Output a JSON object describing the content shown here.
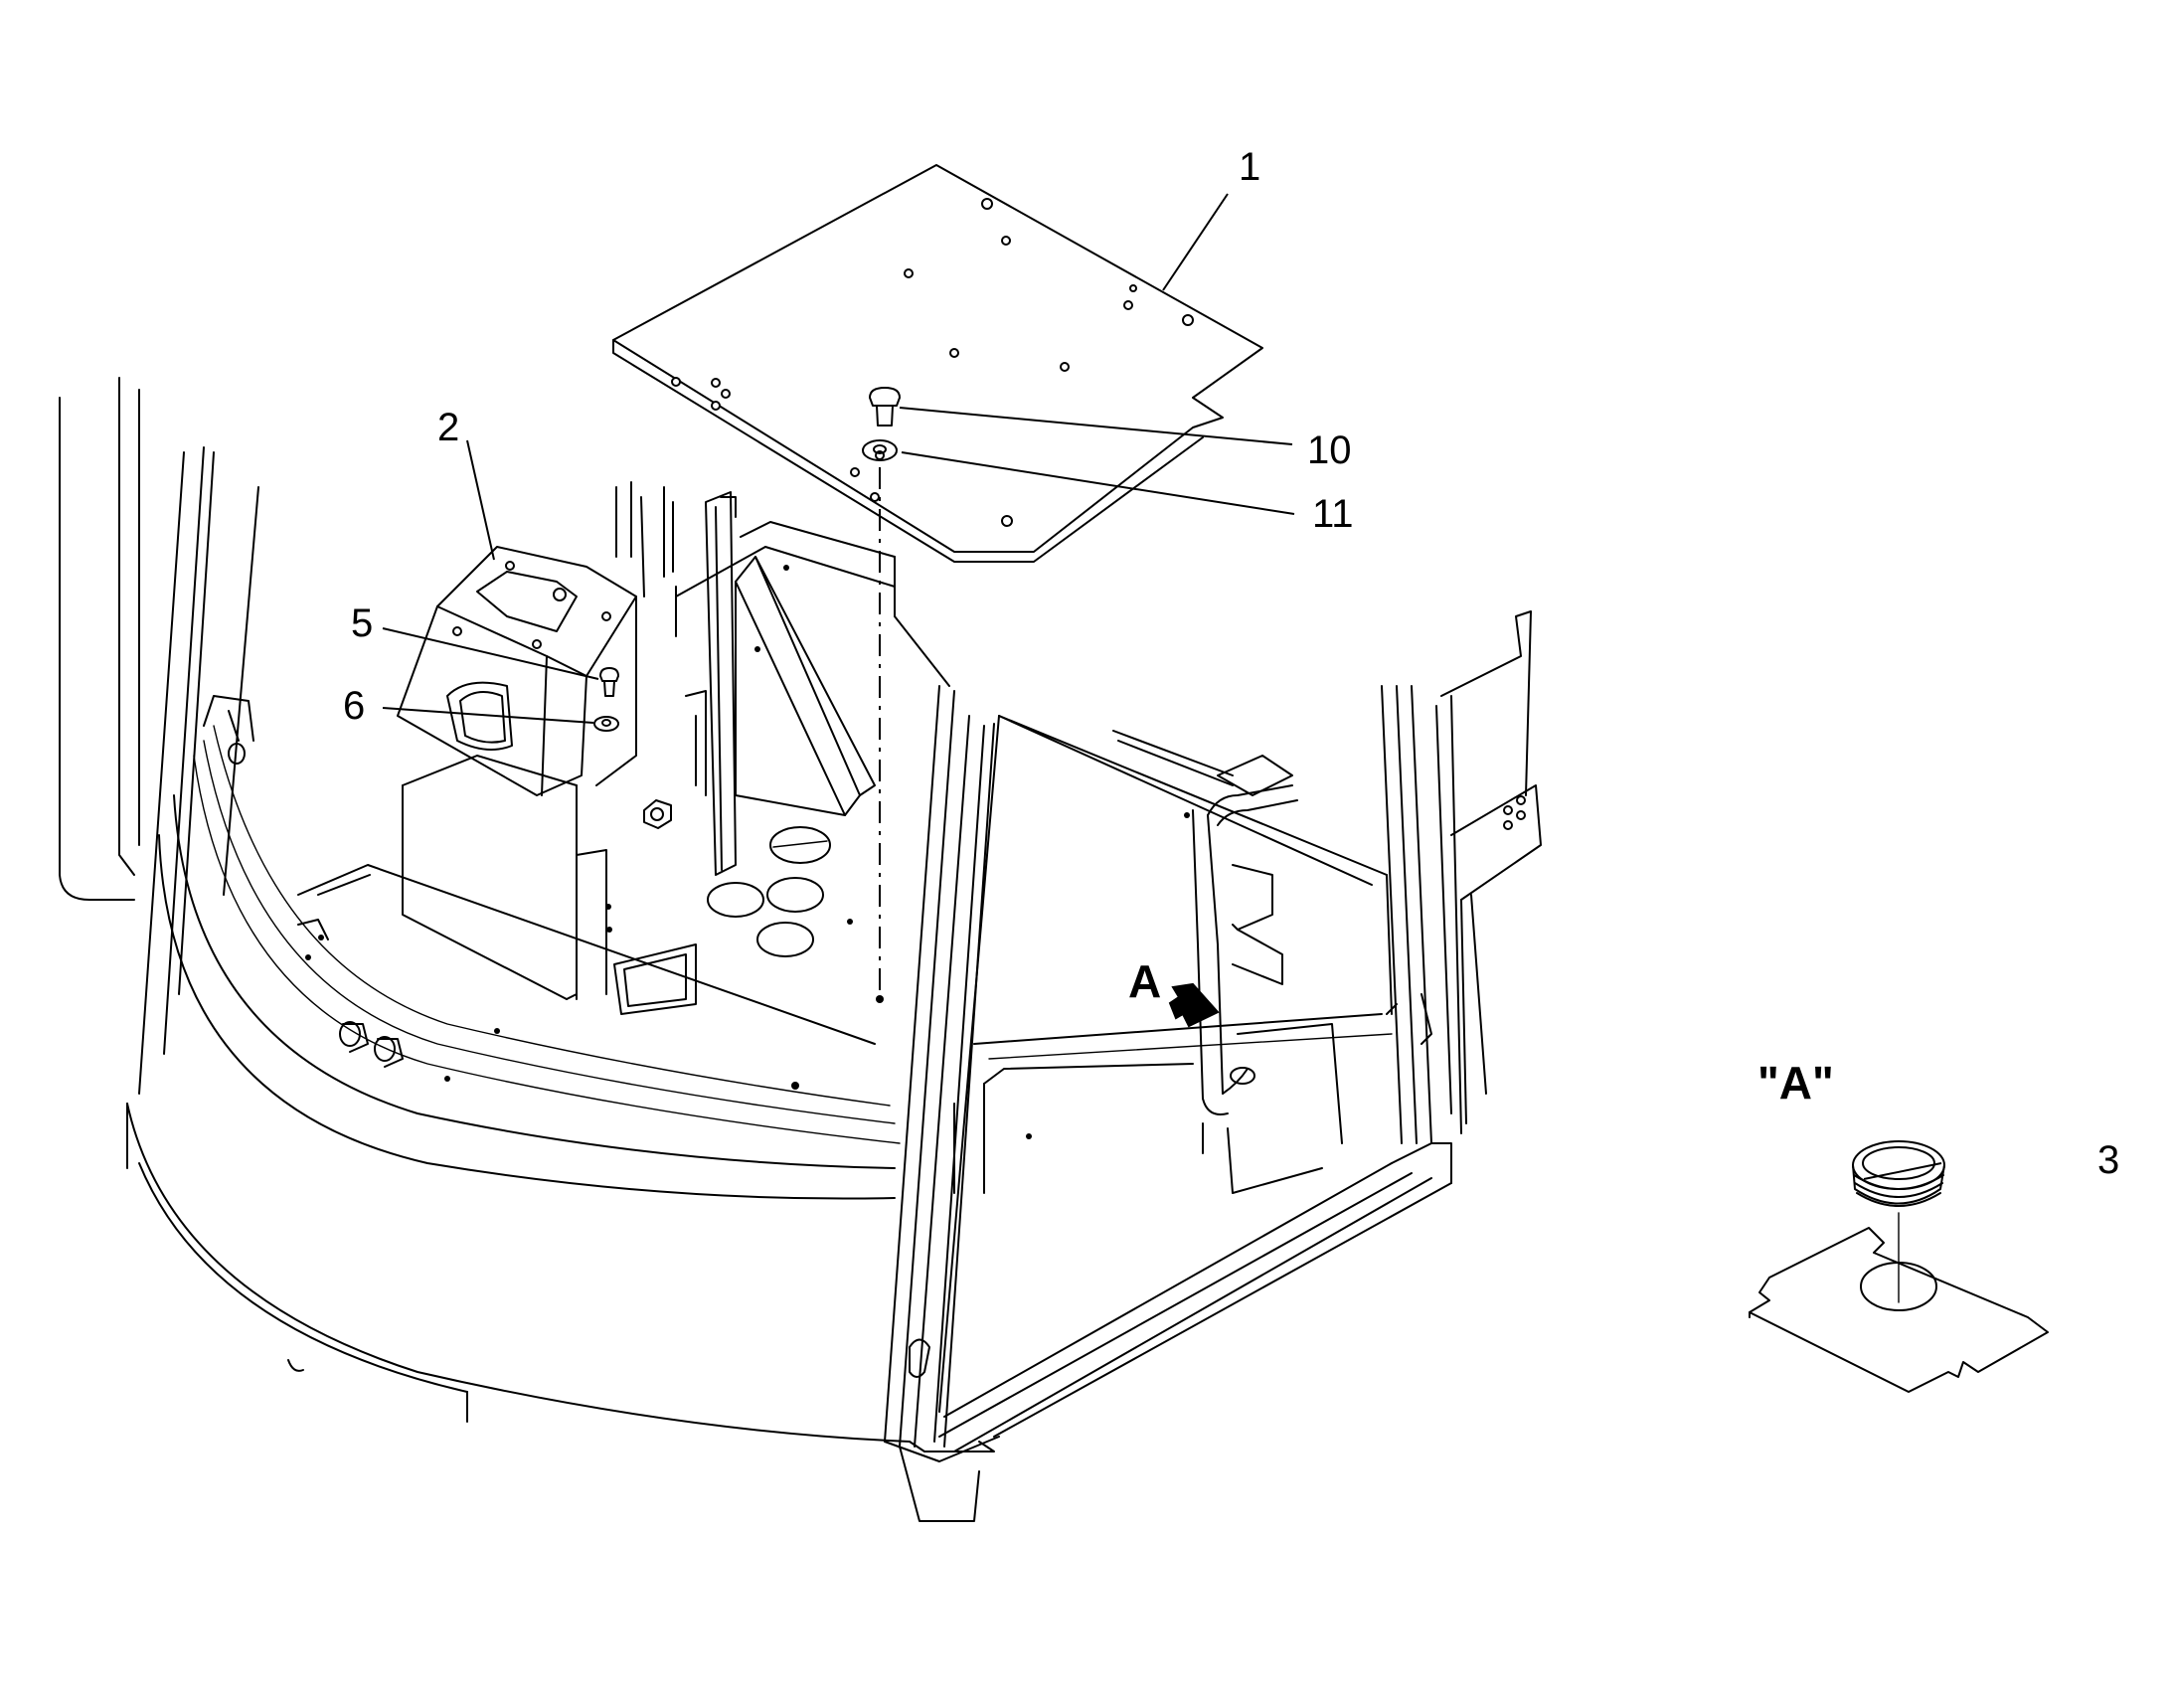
{
  "callouts": {
    "c1": "1",
    "c2": "2",
    "c3": "3",
    "c5": "5",
    "c6": "6",
    "c10": "10",
    "c11": "11"
  },
  "detail": {
    "arrow_ref": "A",
    "detail_label": "\"A\""
  }
}
